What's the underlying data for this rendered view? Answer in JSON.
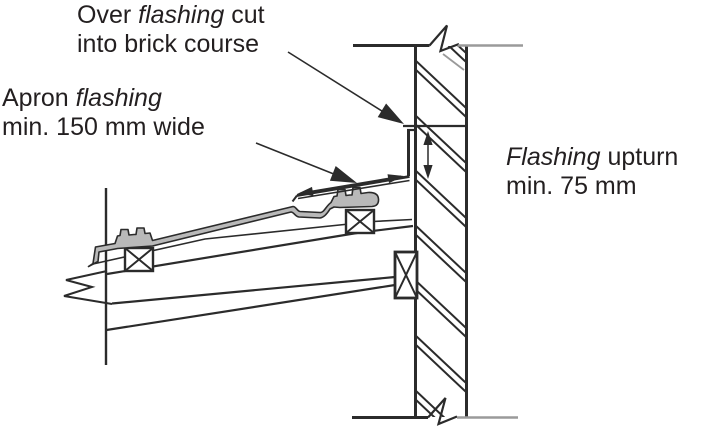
{
  "colors": {
    "line": "#2b2b2b",
    "gray_line": "#9a9a9a",
    "roof_fill": "#b9b9b9",
    "text": "#231f20",
    "background": "#ffffff"
  },
  "labels": {
    "over_flashing": {
      "seg1": "Over ",
      "seg2_italic": "flashing",
      "seg3": " cut",
      "line2": "into brick course"
    },
    "apron_flashing": {
      "seg1": "Apron ",
      "seg2_italic": "flashing",
      "line2": "min. 150 mm wide"
    },
    "flashing_upturn": {
      "seg1_italic": "Flashing",
      "seg2": " upturn",
      "line2": "min. 75 mm"
    }
  }
}
